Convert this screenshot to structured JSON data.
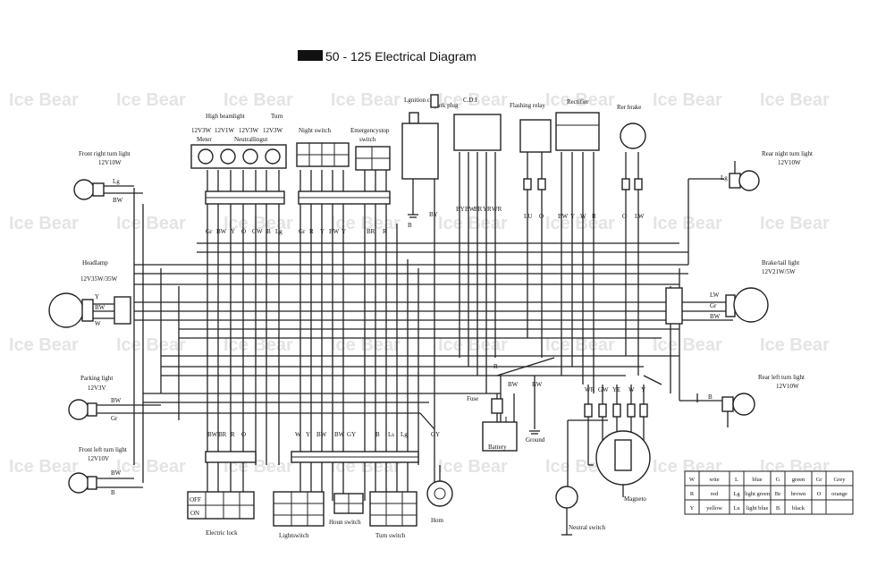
{
  "title": {
    "redacted": "██",
    "text": "50 - 125  Electrical Diagram"
  },
  "watermark": "Ice Bear",
  "components": {
    "front_right_turn": {
      "name": "Front right turn light",
      "rating": "12V10W"
    },
    "headlamp": {
      "name": "Headlamp",
      "rating": "12V35W/35W"
    },
    "parking_light": {
      "name": "Parking light",
      "rating": "12V3V"
    },
    "front_left_turn": {
      "name": "Front left turn light",
      "rating": "12V10V"
    },
    "high_beamlight": "High beamlight",
    "turn": "Turn",
    "meter_group": {
      "ratings": [
        "12V3W",
        "12V1W",
        "12V3W",
        "12V3W"
      ],
      "meter": "Meter",
      "neutral": "Neutrallingut"
    },
    "night_switch": "Night switch",
    "emergency_stop": {
      "line1": "Emergencystop",
      "line2": "switch"
    },
    "ignition_coil": "Lgnition coil",
    "spark_plug": "Spark plug",
    "cdi": "C.D.I",
    "flashing_relay": "Flashing relay",
    "rectifier": "Rectifier",
    "rear_brake": "Rer brake",
    "rear_right_turn": {
      "name": "Rear night turn light",
      "rating": "12V10W"
    },
    "brake_tail": {
      "name": "Brake/tail light",
      "rating": "12V21W/5W"
    },
    "rear_left_turn": {
      "name": "Rear left turn light",
      "rating": "12V10W"
    },
    "fuse": "Fuse",
    "battery": "Battery",
    "ground": "Ground",
    "magneto": "Magneto",
    "neutral_switch": "Neutral switch",
    "electric_lock": {
      "name": "Electric lock",
      "off": "OFF",
      "on": "ON"
    },
    "lightswitch": "Lightswitch",
    "horn_switch": "Houn switch",
    "turn_switch": "Turn switch",
    "horn": "Hom"
  },
  "wire_codes": {
    "front_right": [
      "Lg",
      "BW"
    ],
    "headlamp": [
      "Y",
      "BW",
      "W"
    ],
    "parking": [
      "BW",
      "Gr"
    ],
    "front_left": [
      "BW",
      "B"
    ],
    "meter_bottom": [
      "Gr",
      "BW",
      "Y",
      "O",
      "GW",
      "B",
      "Lg"
    ],
    "night_bottom": [
      "Gr",
      "R",
      "Y",
      "BW",
      "Y"
    ],
    "emergency_bottom": [
      "BR",
      "R"
    ],
    "ign": [
      "B",
      "BY"
    ],
    "cdi": [
      "BY",
      "BW",
      "BR",
      "YR",
      "WR"
    ],
    "relay": [
      "LU",
      "O"
    ],
    "rect": [
      "BW",
      "Y",
      "W",
      "R"
    ],
    "brake": [
      "O",
      "LW"
    ],
    "rear_right": [
      "Lg"
    ],
    "tail": [
      "LW",
      "Gr",
      "BW"
    ],
    "rear_left": [
      "B"
    ],
    "fuse_wires": [
      "R",
      "BW",
      "BW"
    ],
    "magneto_wires": [
      "WR",
      "GW",
      "YE",
      "W",
      "Y"
    ],
    "lock": [
      "BW",
      "BR",
      "R",
      "O"
    ],
    "light_sw": [
      "W",
      "Y",
      "BW"
    ],
    "horn_sw": [
      "BW",
      "GY"
    ],
    "turn_sw": [
      "B",
      "Ls",
      "Lg",
      "GY"
    ]
  },
  "legend": [
    [
      "W",
      "wite",
      "L",
      "blue",
      "G",
      "green",
      "Gr",
      "Grey"
    ],
    [
      "R",
      "red",
      "Lg",
      "light green",
      "Br",
      "brown",
      "O",
      "orange"
    ],
    [
      "Y",
      "yellow",
      "Lu",
      "light blue",
      "B",
      "black",
      "",
      ""
    ]
  ]
}
